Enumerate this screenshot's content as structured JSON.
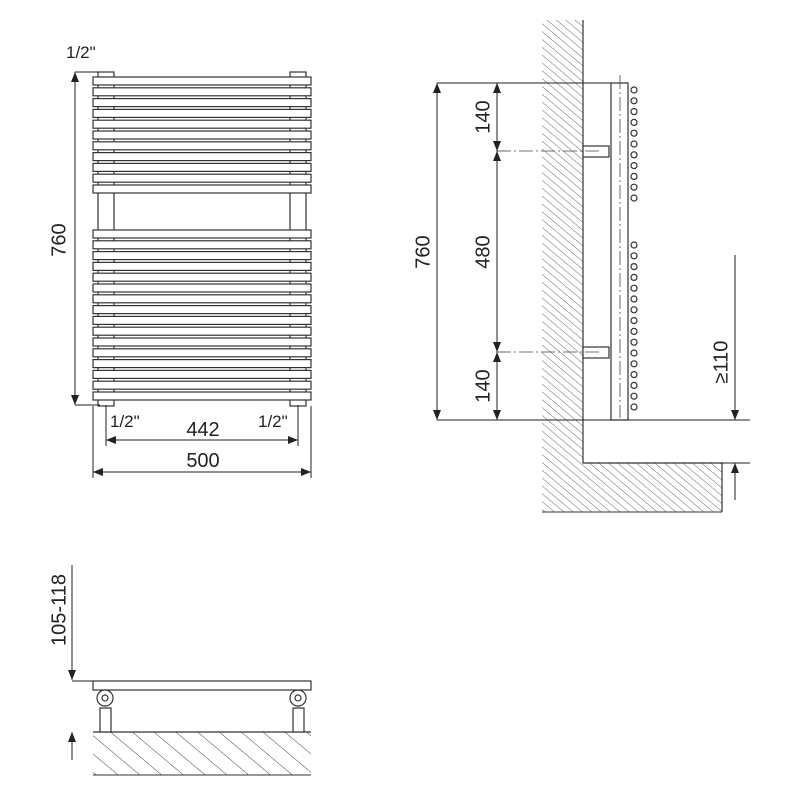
{
  "colors": {
    "line": "#222222",
    "background": "#ffffff"
  },
  "front_view": {
    "top_connection_label": "1/2\"",
    "height_label": "760",
    "bottom_left_connection_label": "1/2\"",
    "bottom_right_connection_label": "1/2\"",
    "centre_distance_label": "442",
    "width_label": "500",
    "upper_bar_count": 11,
    "lower_bar_count": 16
  },
  "side_view": {
    "total_height_label": "760",
    "top_offset_label": "140",
    "bracket_spacing_label": "480",
    "bottom_offset_label": "140",
    "floor_clearance_label": "≥110"
  },
  "bottom_view": {
    "wall_distance_label": "105-118"
  }
}
